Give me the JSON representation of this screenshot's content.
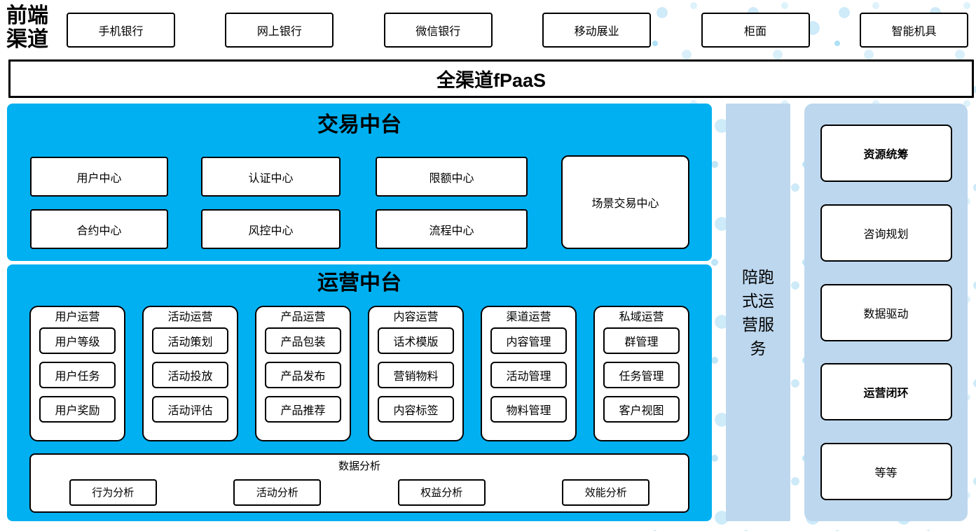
{
  "header": {
    "label": "前端渠道",
    "channels": [
      "手机银行",
      "网上银行",
      "微信银行",
      "移动展业",
      "柜面",
      "智能机具"
    ]
  },
  "fpaas": {
    "label": "全渠道fPaaS"
  },
  "trade": {
    "title": "交易中台",
    "row1": [
      "用户中心",
      "认证中心",
      "限额中心"
    ],
    "row2": [
      "合约中心",
      "风控中心",
      "流程中心"
    ],
    "tall": "场景交易中心"
  },
  "ops": {
    "title": "运营中台",
    "columns": [
      {
        "title": "用户运营",
        "items": [
          "用户等级",
          "用户任务",
          "用户奖励"
        ]
      },
      {
        "title": "活动运营",
        "items": [
          "活动策划",
          "活动投放",
          "活动评估"
        ]
      },
      {
        "title": "产品运营",
        "items": [
          "产品包装",
          "产品发布",
          "产品推荐"
        ]
      },
      {
        "title": "内容运营",
        "items": [
          "话术模版",
          "营销物料",
          "内容标签"
        ]
      },
      {
        "title": "渠道运营",
        "items": [
          "内容管理",
          "活动管理",
          "物料管理"
        ]
      },
      {
        "title": "私域运营",
        "items": [
          "群管理",
          "任务管理",
          "客户视图"
        ]
      }
    ],
    "analysis": {
      "title": "数据分析",
      "items": [
        "行为分析",
        "活动分析",
        "权益分析",
        "效能分析"
      ]
    }
  },
  "sidebar": {
    "label": "陪跑式运营服务"
  },
  "right": {
    "items": [
      {
        "label": "资源统筹",
        "bold": true
      },
      {
        "label": "咨询规划",
        "bold": false
      },
      {
        "label": "数据驱动",
        "bold": false
      },
      {
        "label": "运营闭环",
        "bold": true
      },
      {
        "label": "等等",
        "bold": false
      }
    ]
  },
  "colors": {
    "accent_blue": "#00B0F0",
    "light_blue": "#BDD7EE",
    "dot_light": "#DEF2FB",
    "dot_medium": "#AEE1F6",
    "box_border": "#000000"
  }
}
